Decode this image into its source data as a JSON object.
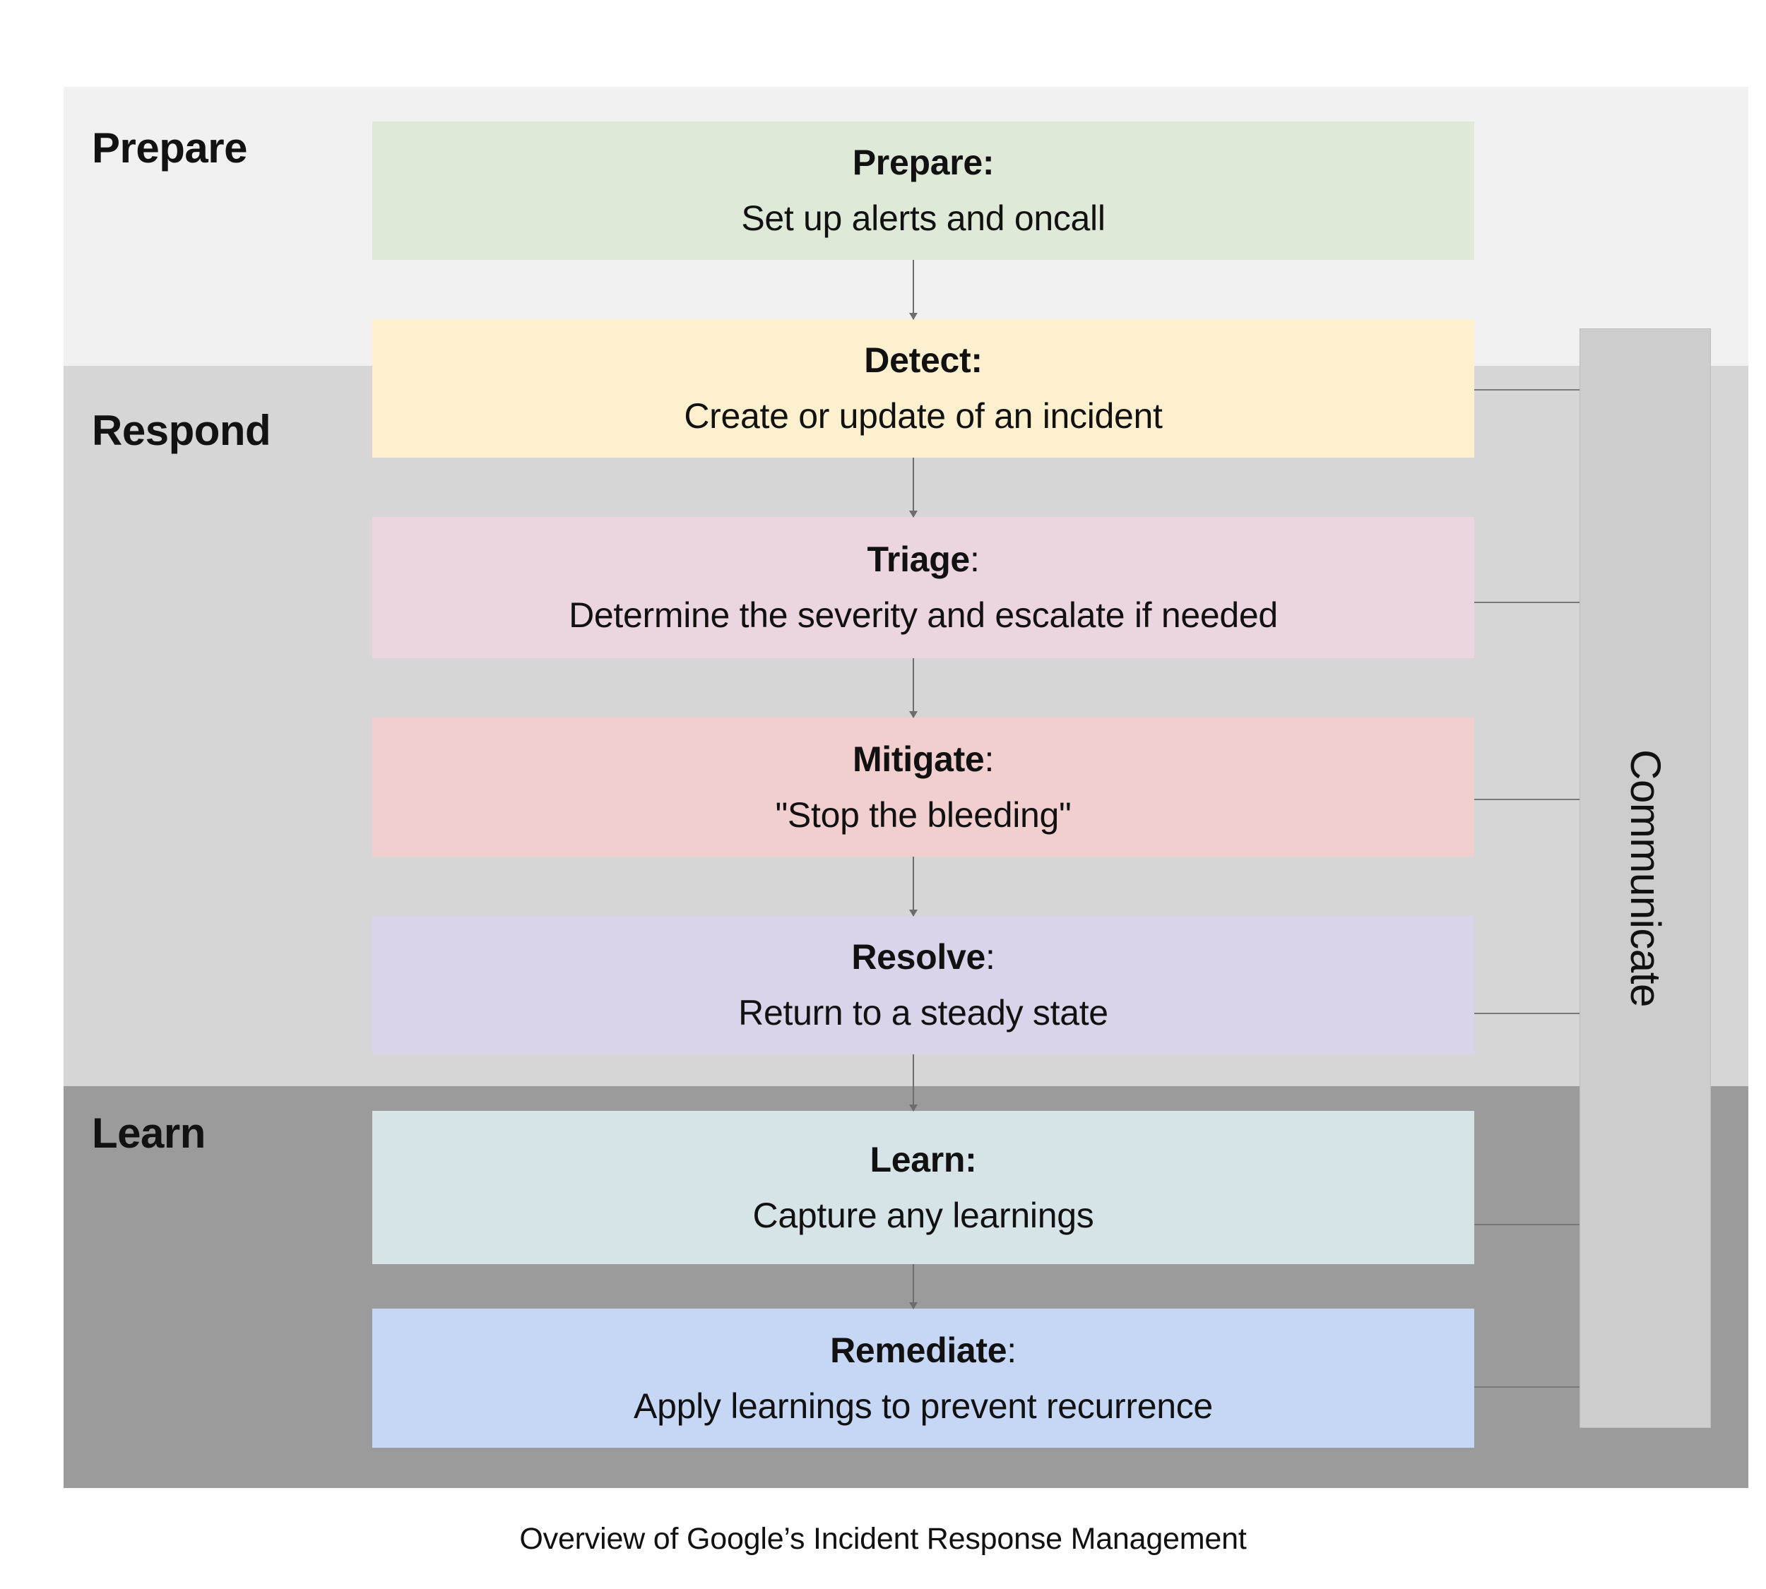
{
  "diagram": {
    "caption": "Overview of Google’s Incident Response Management",
    "bands": [
      {
        "id": "prepare",
        "label": "Prepare",
        "color": "#f1f1f1"
      },
      {
        "id": "respond",
        "label": "Respond",
        "color": "#d6d6d6"
      },
      {
        "id": "learn",
        "label": "Learn",
        "color": "#9b9b9b"
      }
    ],
    "stages": [
      {
        "id": "prepare",
        "keyword": "Prepare",
        "separator": ":",
        "description": "Set up alerts and oncall",
        "color": "#dfe9d8",
        "band": "Prepare",
        "communicates": false
      },
      {
        "id": "detect",
        "keyword": "Detect",
        "separator": ":",
        "description": "Create or update of an incident",
        "color": "#fdf0ce",
        "band": "Respond",
        "communicates": true
      },
      {
        "id": "triage",
        "keyword": "Triage",
        "separator": ":",
        "description": "Determine the severity and escalate if needed",
        "color": "#ead5e0",
        "band": "Respond",
        "communicates": true
      },
      {
        "id": "mitigate",
        "keyword": "Mitigate",
        "separator": ":",
        "description": "\"Stop the bleeding\"",
        "color": "#f2cfcf",
        "band": "Respond",
        "communicates": true
      },
      {
        "id": "resolve",
        "keyword": "Resolve",
        "separator": ":",
        "description": "Return to a steady state",
        "color": "#d9d4ea",
        "band": "Respond",
        "communicates": true
      },
      {
        "id": "learn",
        "keyword": "Learn",
        "separator": ":",
        "description": "Capture any learnings",
        "color": "#d6e4e8",
        "band": "Learn",
        "communicates": true
      },
      {
        "id": "remediate",
        "keyword": "Remediate",
        "separator": ":",
        "description": "Apply learnings to prevent recurrence",
        "color": "#c6d7f5",
        "band": "Learn",
        "communicates": true
      }
    ],
    "communicate": {
      "label": "Communicate",
      "color": "#cdcdcd",
      "orientation": "vertical"
    }
  }
}
